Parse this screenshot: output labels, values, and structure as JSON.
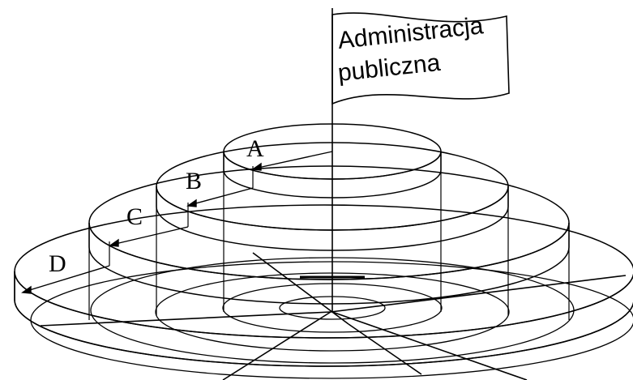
{
  "flag": {
    "line1": "Administracja",
    "line2": "publiczna"
  },
  "tiers": [
    {
      "id": "tier-a",
      "label": "A",
      "color": "#808080"
    },
    {
      "id": "tier-b",
      "label": "B",
      "color": "#a6a6a6"
    },
    {
      "id": "tier-c",
      "label": "C",
      "color": "#bdbdbd"
    },
    {
      "id": "tier-d",
      "label": "D",
      "color": "#e3e3e3"
    }
  ],
  "colors": {
    "stroke": "#000000",
    "background": "#ffffff"
  }
}
